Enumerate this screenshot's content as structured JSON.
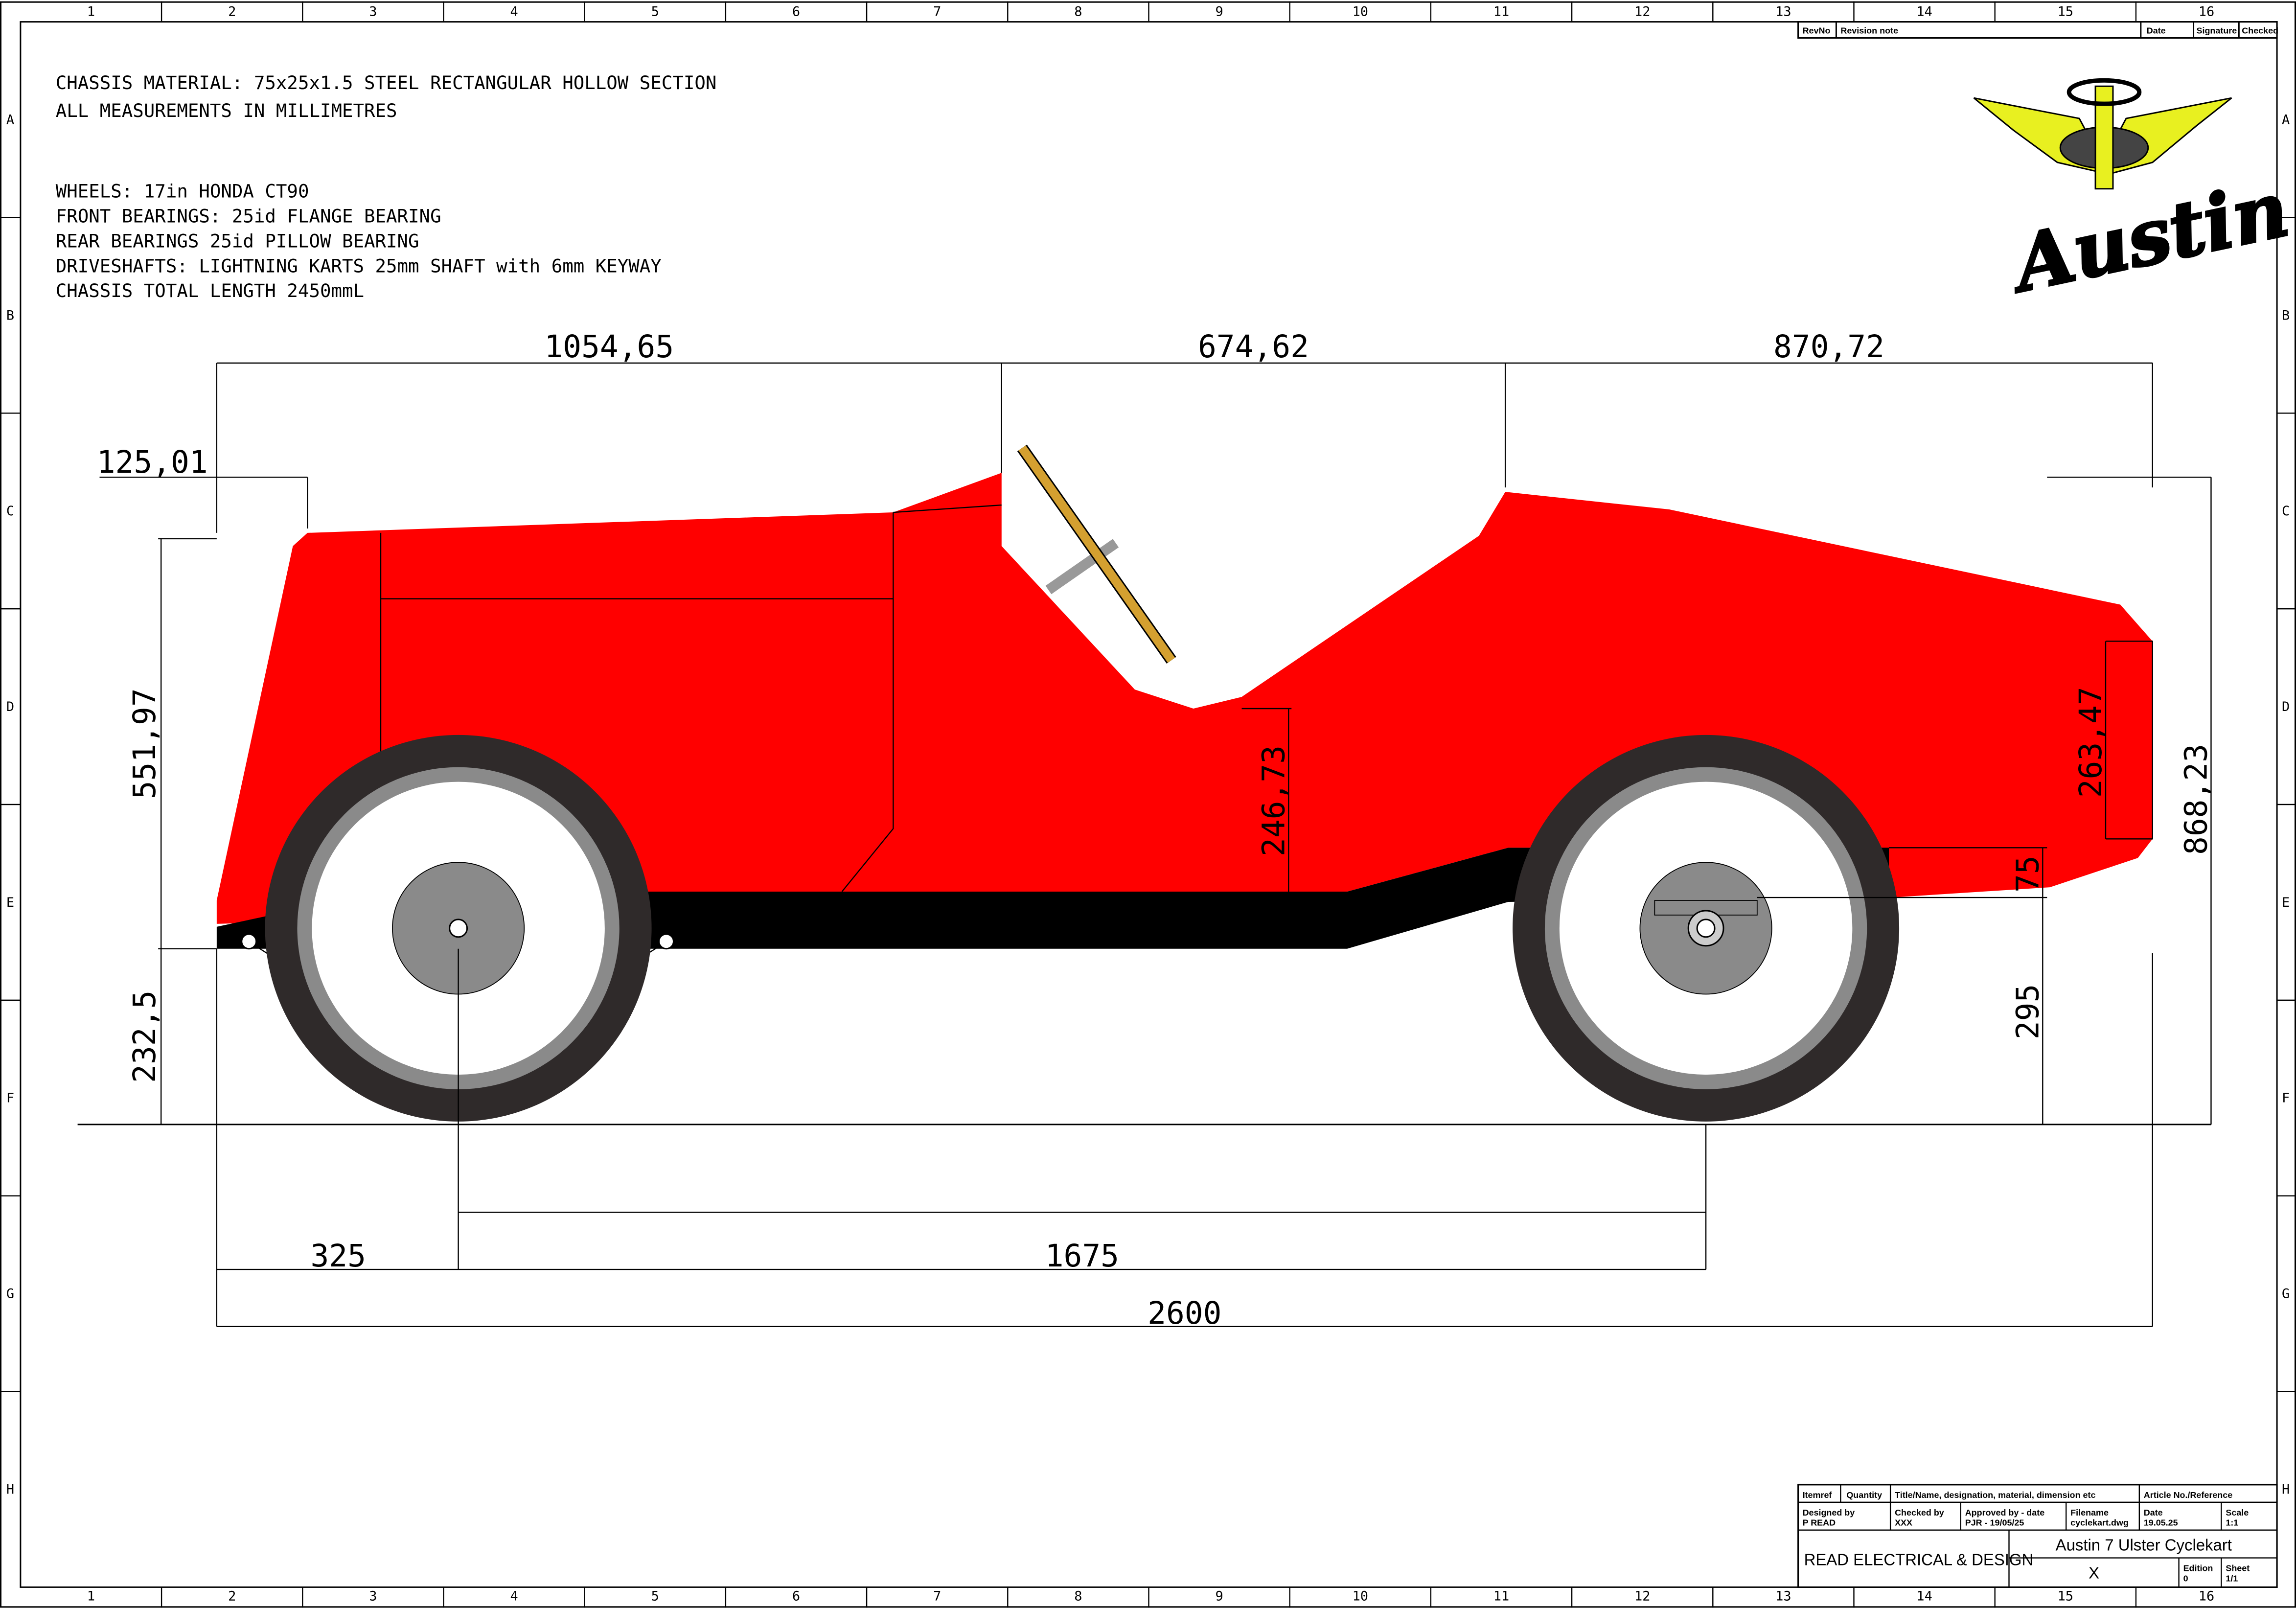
{
  "notes": [
    "CHASSIS MATERIAL: 75x25x1.5 STEEL RECTANGULAR HOLLOW SECTION",
    "ALL MEASUREMENTS IN MILLIMETRES",
    "WHEELS: 17in HONDA CT90",
    "FRONT BEARINGS: 25id FLANGE BEARING",
    "REAR BEARINGS 25id PILLOW BEARING",
    "DRIVESHAFTS: LIGHTNING KARTS 25mm SHAFT with 6mm KEYWAY",
    "CHASSIS TOTAL LENGTH 2450mmL"
  ],
  "grid": {
    "columns": [
      "1",
      "2",
      "3",
      "4",
      "5",
      "6",
      "7",
      "8",
      "9",
      "10",
      "11",
      "12",
      "13",
      "14",
      "15",
      "16"
    ],
    "rows": [
      "A",
      "B",
      "C",
      "D",
      "E",
      "F",
      "G",
      "H"
    ]
  },
  "dimensions": {
    "top_1": "1054,65",
    "top_2": "674,62",
    "top_3": "870,72",
    "nose_offset": "125,01",
    "front_height": "551,97",
    "ground_clearance": "232,5",
    "cockpit_height": "246,73",
    "tail_height": "263,47",
    "total_height": "868,23",
    "chassis_depth": "75",
    "rear_axle_height": "295",
    "front_overhang": "325",
    "wheelbase": "1675",
    "overall_length": "2600"
  },
  "logo": {
    "text": "Austin"
  },
  "revision_table": {
    "revno": "RevNo",
    "note": "Revision note",
    "date": "Date",
    "signature": "Signature",
    "checked": "Checked"
  },
  "title_block": {
    "itemref": "Itemref",
    "quantity": "Quantity",
    "title_header": "Title/Name, designation, material, dimension etc",
    "article_header": "Article No./Reference",
    "designed_by_label": "Designed by",
    "designed_by": "P READ",
    "checked_by_label": "Checked by",
    "checked_by": "XXX",
    "approved_label": "Approved by - date",
    "approved": "PJR - 19/05/25",
    "filename_label": "Filename",
    "filename": "cyclekart.dwg",
    "date_label": "Date",
    "date": "19.05.25",
    "scale_label": "Scale",
    "scale": "1:1",
    "company": "READ ELECTRICAL & DESIGN",
    "title": "Austin 7 Ulster Cyclekart",
    "subtitle": "X",
    "edition_label": "Edition",
    "edition": "0",
    "sheet_label": "Sheet",
    "sheet": "1/1"
  },
  "colors": {
    "body": "#ff0000",
    "chassis": "#000000",
    "steering": "#d4a030",
    "logo": "#e8f020"
  }
}
